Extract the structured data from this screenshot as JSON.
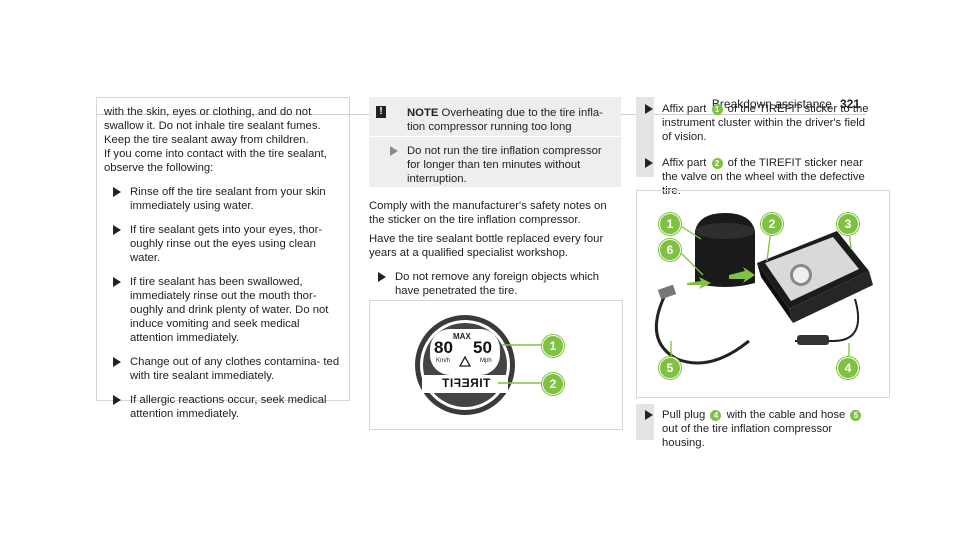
{
  "header": {
    "section": "Breakdown assistance",
    "page_number": "321"
  },
  "left": {
    "intro1": "with the skin, eyes or clothing, and do not swallow it. Do not inhale tire sealant fumes. Keep the tire sealant away from children.",
    "intro2": "If you come into contact with the tire sealant, observe the following:",
    "steps": [
      "Rinse off the tire sealant from your skin immediately using water.",
      "If tire sealant gets into your eyes, thor- oughly rinse out the eyes using clean water.",
      "If tire sealant has been swallowed, immediately rinse out the mouth thor- oughly and drink plenty of water. Do not induce vomiting and seek medical attention immediately.",
      "Change out of any clothes contamina- ted with tire sealant immediately.",
      "If allergic reactions occur, seek medical attention immediately."
    ]
  },
  "middle": {
    "note_label": "NOTE",
    "note_title": "Overheating due to the tire infla- tion compressor running too long",
    "note_step": "Do not run the tire inflation compressor for longer than ten minutes without interruption.",
    "para1": "Comply with the manufacturer's safety notes on the sticker on the tire inflation compressor.",
    "para2": "Have the tire sealant bottle replaced every four years at a qualified specialist workshop.",
    "step": "Do not remove any foreign objects which have penetrated the tire.",
    "sticker": {
      "max": "MAX",
      "v1": "80",
      "v2": "50",
      "u1": "Km/h",
      "u2": "Mph",
      "brand": "TIREFIT"
    },
    "callouts": [
      "1",
      "2"
    ]
  },
  "right": {
    "step1_a": "Affix part",
    "step1_badge": "1",
    "step1_b": "of the TIREFIT sticker to the instrument cluster within the driver's field of vision.",
    "step2_a": "Affix part",
    "step2_badge": "2",
    "step2_b": "of the TIREFIT sticker near the valve on the wheel with the defective tire.",
    "callouts": [
      "1",
      "2",
      "3",
      "4",
      "5",
      "6"
    ],
    "step3_a": "Pull plug",
    "step3_badge1": "4",
    "step3_b": "with the cable and hose",
    "step3_badge2": "5",
    "step3_c": "out of the tire inflation compressor housing."
  },
  "colors": {
    "accent_green": "#7fc241",
    "note_bg": "#eeeeee",
    "bar_bg": "#e4e4e4"
  }
}
